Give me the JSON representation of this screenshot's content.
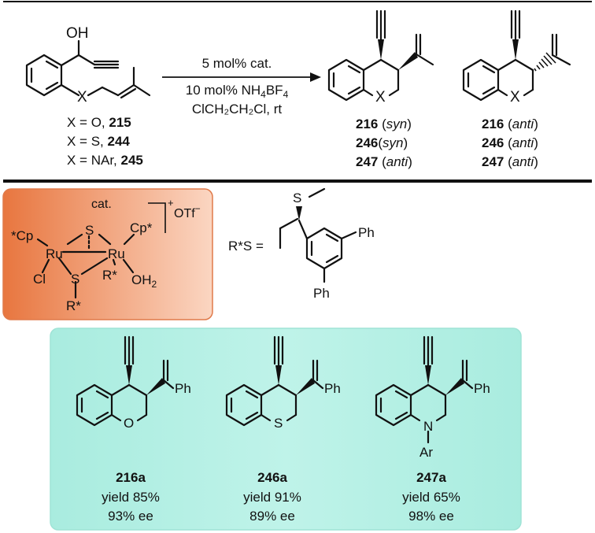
{
  "reaction": {
    "conditions": {
      "line1": "5 mol% cat.",
      "line2_prefix": "10 mol% NH",
      "line2_sub1": "4",
      "line2_mid": "BF",
      "line2_sub2": "4",
      "line3": "ClCH₂CH₂Cl, rt"
    },
    "reactant_labels": {
      "oh": "OH",
      "x": "X",
      "rows": [
        {
          "prefix": "X = O, ",
          "code": "215"
        },
        {
          "prefix": "X = S, ",
          "code": "244"
        },
        {
          "prefix": "X = NAr, ",
          "code": "245"
        }
      ]
    },
    "product_syn": {
      "x": "X",
      "rows": [
        {
          "code": "216",
          "tag": "syn",
          "spaced": true
        },
        {
          "code": "246",
          "tag": "syn",
          "spaced": false
        },
        {
          "code": "247",
          "tag": "anti",
          "spaced": true
        }
      ]
    },
    "product_anti": {
      "x": "X",
      "rows": [
        {
          "code": "216",
          "tag": "anti"
        },
        {
          "code": "246",
          "tag": "anti"
        },
        {
          "code": "247",
          "tag": "anti"
        }
      ]
    }
  },
  "catalyst": {
    "title": "cat.",
    "charge": "+",
    "counterion": "OTf",
    "counterion_charge": "−",
    "cp_left": "*Cp",
    "cp_right": "Cp*",
    "ru": "Ru",
    "s": "S",
    "cl": "Cl",
    "rstar": "R*",
    "oh2_o": "OH",
    "oh2_sub": "2",
    "colors": {
      "box_left": "#e8763f",
      "box_right": "#fbd6c2"
    }
  },
  "ligand": {
    "label": "R*S =",
    "s": "S",
    "ph_top": "Ph",
    "ph_bottom": "Ph"
  },
  "examples": {
    "colors": {
      "box": "#b4f0e4",
      "box_border": "#9fe3d6"
    },
    "items": [
      {
        "code": "216a",
        "yield": "yield 85%",
        "ee": "93% ee",
        "heteroatom": "O",
        "ph": "Ph"
      },
      {
        "code": "246a",
        "yield": "yield 91%",
        "ee": "89% ee",
        "heteroatom": "S",
        "ph": "Ph"
      },
      {
        "code": "247a",
        "yield": "yield 65%",
        "ee": "98% ee",
        "heteroatom": "N",
        "ph": "Ph",
        "sub": "Ar"
      }
    ]
  }
}
